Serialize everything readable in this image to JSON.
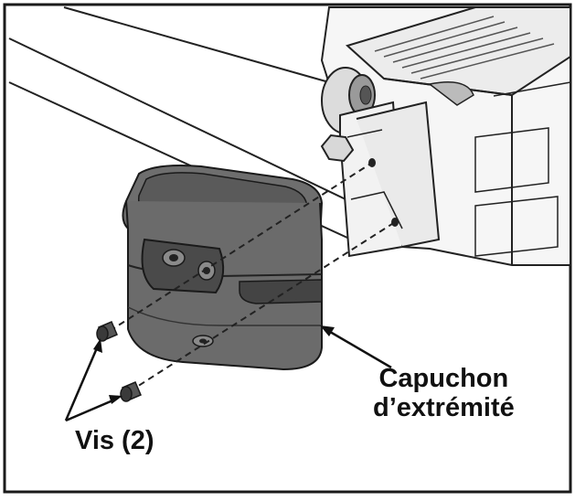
{
  "labels": {
    "end_cap_line1": "Capuchon",
    "end_cap_line2": "d’extrémité",
    "screws": "Vis (2)"
  },
  "colors": {
    "frame": "#1a1a1a",
    "cap_fill": "#6b6b6b",
    "cap_dark": "#3a3a3a",
    "cap_light": "#8a8a8a",
    "rail_fill": "#f4f4f4",
    "line": "#222222"
  }
}
